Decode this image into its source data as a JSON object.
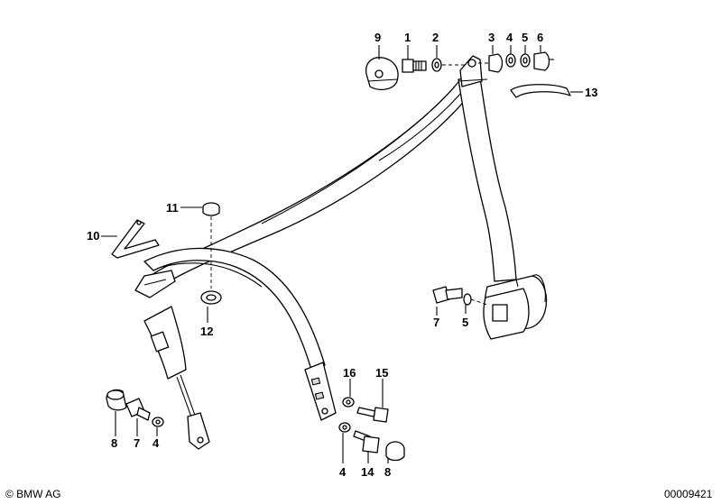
{
  "diagram": {
    "callouts": {
      "c1": "1",
      "c2": "2",
      "c3": "3",
      "c4a": "4",
      "c5a": "5",
      "c6": "6",
      "c9": "9",
      "c13": "13",
      "c11": "11",
      "c10": "10",
      "c12": "12",
      "c7a": "7",
      "c5b": "5",
      "c16": "16",
      "c15": "15",
      "c8a": "8",
      "c7b": "7",
      "c4b": "4",
      "c4c": "4",
      "c14": "14",
      "c8b": "8"
    },
    "copyright": "© BMW AG",
    "image_id": "00009421"
  }
}
